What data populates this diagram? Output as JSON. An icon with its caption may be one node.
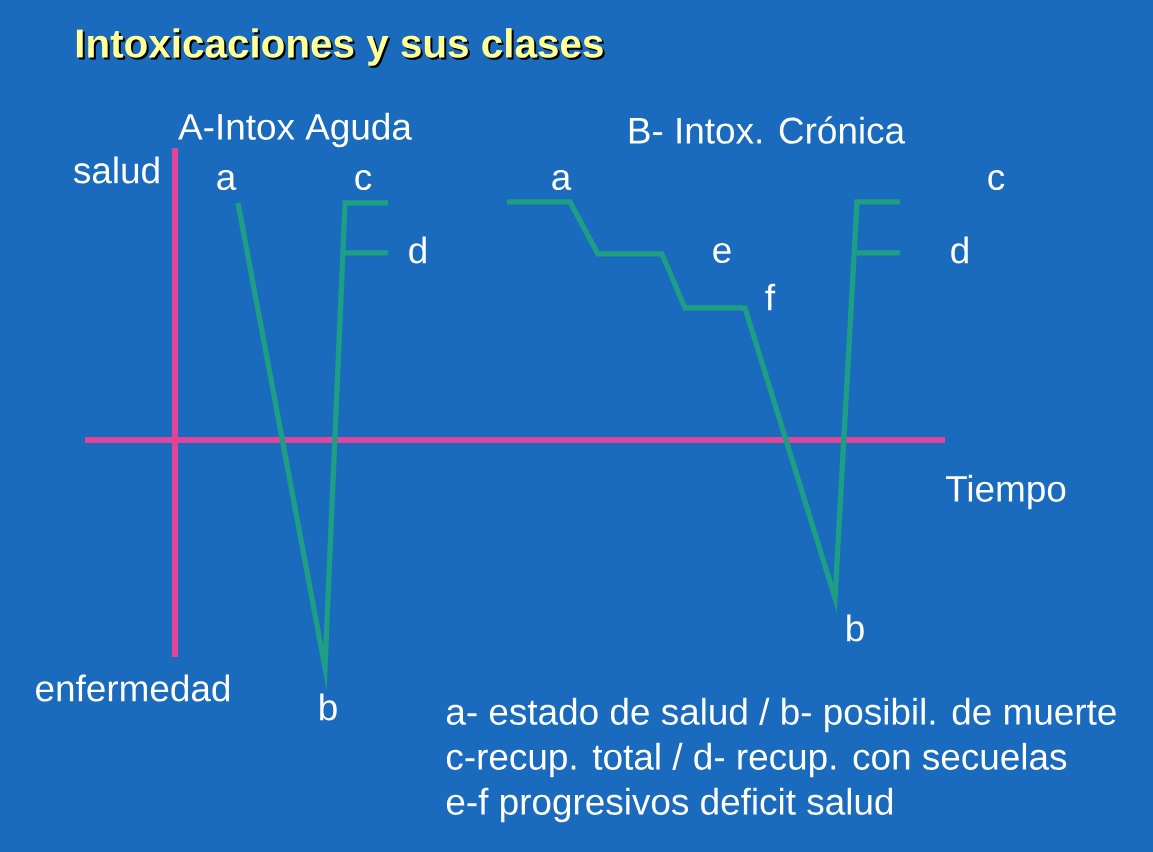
{
  "diagram": {
    "title": "Intoxicaciones y sus clases",
    "labels": [
      "A-Intox Aguda",
      "B- Intox. Crónica",
      "salud",
      "a",
      "c",
      "a",
      "c",
      "d",
      "e",
      "d",
      "f",
      "Tiempo",
      "b",
      "enfermedad",
      "b",
      "a- estado de salud / b- posibil. de muerte",
      "c-recup. total / d- recup. con secuelas",
      "e-f  progresivos deficit salud"
    ]
  }
}
